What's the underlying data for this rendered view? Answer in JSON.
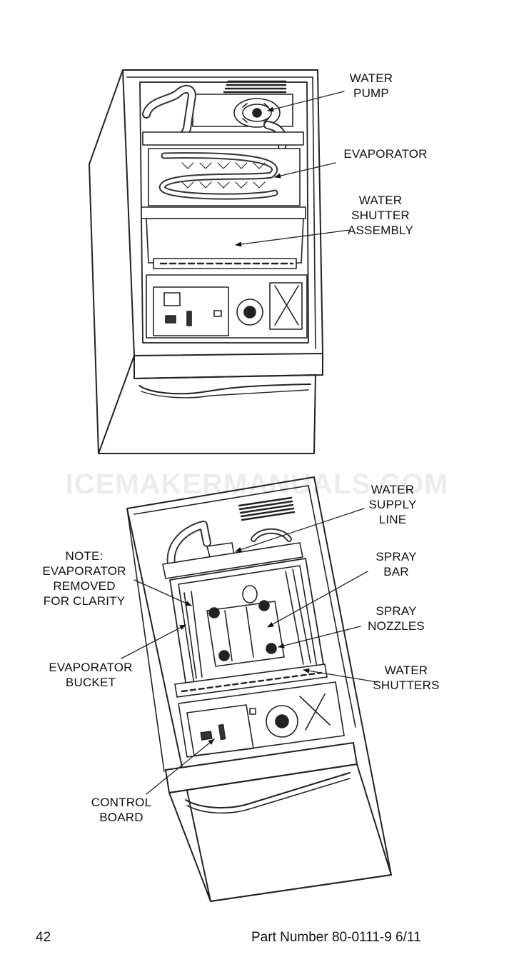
{
  "watermark": "ICEMAKERMANUALS.COM",
  "top_labels": {
    "water_pump": [
      "WATER",
      "PUMP"
    ],
    "evaporator": "EVAPORATOR",
    "water_shutter_assembly": [
      "WATER",
      "SHUTTER",
      "ASSEMBLY"
    ]
  },
  "bottom_labels": {
    "water_supply_line": [
      "WATER",
      "SUPPLY",
      "LINE"
    ],
    "note": [
      "NOTE:",
      "EVAPORATOR",
      "REMOVED",
      "FOR CLARITY"
    ],
    "spray_bar": [
      "SPRAY",
      "BAR"
    ],
    "spray_nozzles": [
      "SPRAY",
      "NOZZLES"
    ],
    "evaporator_bucket": [
      "EVAPORATOR",
      "BUCKET"
    ],
    "water_shutters": [
      "WATER",
      "SHUTTERS"
    ],
    "control_board": [
      "CONTROL",
      "BOARD"
    ]
  },
  "footer": {
    "page_number": "42",
    "part_number": "Part Number 80-0111-9 6/11"
  }
}
